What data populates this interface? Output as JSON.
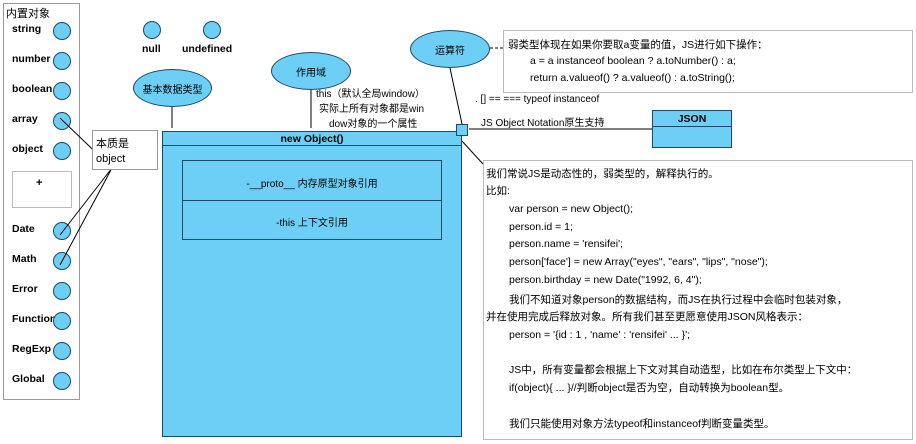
{
  "builtin_panel": {
    "title": "内置对象",
    "items": [
      "string",
      "number",
      "boolean",
      "array",
      "object",
      "Date",
      "Math",
      "Error",
      "Function",
      "RegExp",
      "Global"
    ],
    "plus": "+"
  },
  "top_items": [
    "null",
    "undefined"
  ],
  "ellipses": {
    "basic_types": "基本数据类型",
    "scope": "作用域",
    "operator": "运算符"
  },
  "essence_note": [
    "本质是",
    "object"
  ],
  "this_note": [
    "this（默认全局window）",
    "实际上所有对象都是win",
    "dow对象的一个属性"
  ],
  "ops_text": ". [] == === typeof instanceof",
  "weak_note": {
    "line1": "弱类型体现在如果你要取a变量的值，JS进行如下操作：",
    "line2": "a = a instanceof boolean ? a.toNumber() : a;",
    "line3": "return a.valueof() ? a.valueof() : a.toString();"
  },
  "new_object": {
    "title": "new Object()",
    "proto": "-__proto__ 内存原型对象引用",
    "this_ref": "-this 上下文引用"
  },
  "json": {
    "label": "JSON",
    "desc": "JS Object Notation原生支持"
  },
  "main_note": {
    "lines": [
      "我们常说JS是动态性的，弱类型的，解释执行的。",
      "比如:",
      "var person = new Object();",
      "person.id = 1;",
      "person.name = 'rensifei';",
      "person['face'] = new Array(\"eyes\", \"ears\", \"lips\", \"nose\");",
      "person.birthday = new Date(\"1992, 6, 4\");",
      "我们不知道对象person的数据结构，而JS在执行过程中会临时包装对象，",
      "并在使用完成后释放对象。所有我们甚至更愿意使用JSON风格表示：",
      "person = '{id : 1 , 'name' : 'rensifei' ... }';",
      "JS中，所有变量都会根据上下文对其自动造型，比如在布尔类型上下文中：",
      "if(object){    ...    }//判断object是否为空，自动转换为boolean型。",
      "我们只能使用对象方法typeof和instanceof判断变量类型。"
    ]
  }
}
